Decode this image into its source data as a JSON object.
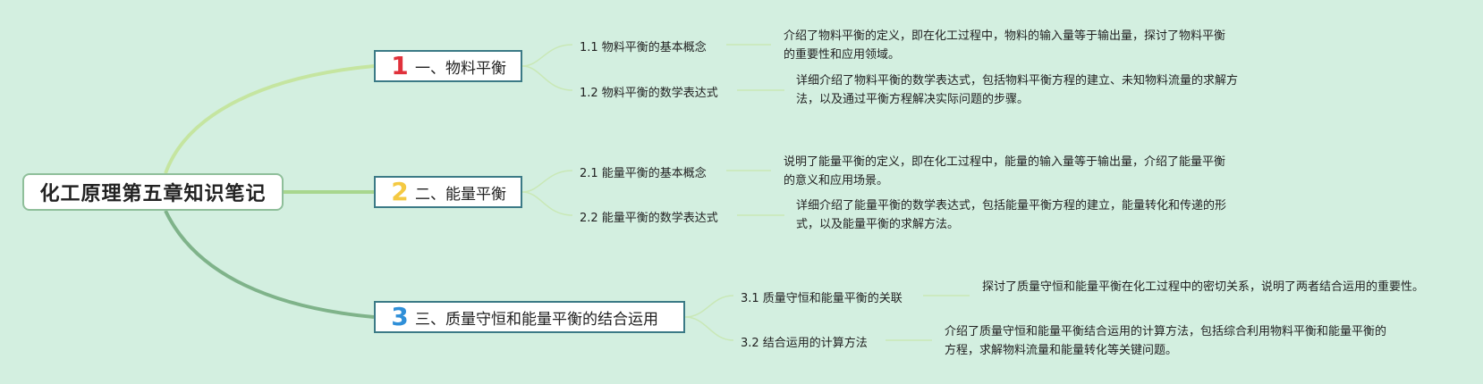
{
  "root": {
    "title": "化工原理第五章知识笔记"
  },
  "branches": [
    {
      "number": "1",
      "number_color": "#e0313b",
      "title": "一、物料平衡",
      "topics": [
        {
          "label": "1.1 物料平衡的基本概念",
          "description": "介绍了物料平衡的定义，即在化工过程中，物料的输入量等于输出量，探讨了物料平衡的重要性和应用领域。"
        },
        {
          "label": "1.2 物料平衡的数学表达式",
          "description": "详细介绍了物料平衡的数学表达式，包括物料平衡方程的建立、未知物料流量的求解方法，以及通过平衡方程解决实际问题的步骤。"
        }
      ]
    },
    {
      "number": "2",
      "number_color": "#f4c942",
      "title": "二、能量平衡",
      "topics": [
        {
          "label": "2.1 能量平衡的基本概念",
          "description": "说明了能量平衡的定义，即在化工过程中，能量的输入量等于输出量，介绍了能量平衡的意义和应用场景。"
        },
        {
          "label": "2.2 能量平衡的数学表达式",
          "description": "详细介绍了能量平衡的数学表达式，包括能量平衡方程的建立，能量转化和传递的形式，以及能量平衡的求解方法。"
        }
      ]
    },
    {
      "number": "3",
      "number_color": "#2f8fd8",
      "title": "三、质量守恒和能量平衡的结合运用",
      "topics": [
        {
          "label": "3.1 质量守恒和能量平衡的关联",
          "description": "探讨了质量守恒和能量平衡在化工过程中的密切关系，说明了两者结合运用的重要性。"
        },
        {
          "label": "3.2 结合运用的计算方法",
          "description": "介绍了质量守恒和能量平衡结合运用的计算方法，包括综合利用物料平衡和能量平衡的方程，求解物料流量和能量转化等关键问题。"
        }
      ]
    }
  ],
  "colors": {
    "background": "#d3efe0",
    "branch1_link": "#c5e5a0",
    "branch2_link": "#a8d68e",
    "branch3_link": "#7fb38a",
    "leaf_link": "#c9e8b6",
    "branch_border": "#3b7a86",
    "root_border": "#8fbf9a"
  }
}
